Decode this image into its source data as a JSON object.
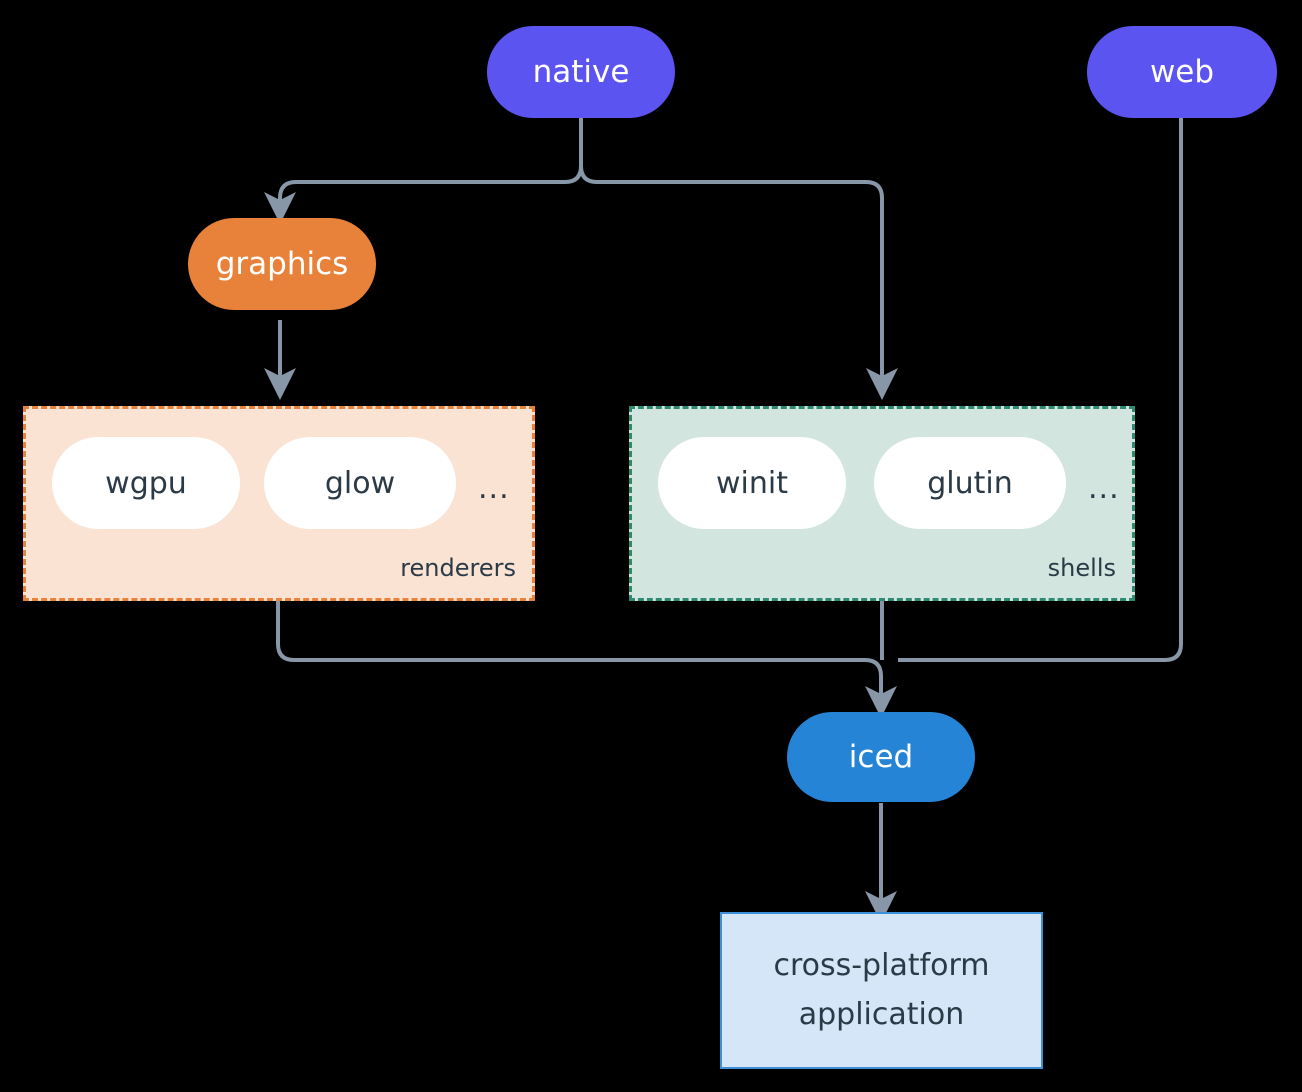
{
  "diagram": {
    "type": "architecture-flow",
    "background": "#000000",
    "connector_color": "#8797A8",
    "nodes": {
      "native": {
        "label": "native",
        "color": "#5C54F0",
        "text_color": "#FFFFFF",
        "shape": "pill"
      },
      "web": {
        "label": "web",
        "color": "#5C54F0",
        "text_color": "#FFFFFF",
        "shape": "pill"
      },
      "graphics": {
        "label": "graphics",
        "color": "#E8823A",
        "text_color": "#FFFFFF",
        "shape": "pill"
      },
      "iced": {
        "label": "iced",
        "color": "#2684D6",
        "text_color": "#FFFFFF",
        "shape": "pill"
      },
      "application": {
        "label": "cross-platform\napplication",
        "line1": "cross-platform",
        "line2": "application",
        "color": "#D4E6F7",
        "border_color": "#3E8FD8",
        "text_color": "#2B3A47",
        "shape": "rect"
      }
    },
    "groups": {
      "renderers": {
        "label": "renderers",
        "fill": "#FAE3D3",
        "border_color": "#E8823A",
        "border_style": "dashed",
        "items": [
          {
            "label": "wgpu"
          },
          {
            "label": "glow"
          }
        ],
        "overflow": "..."
      },
      "shells": {
        "label": "shells",
        "fill": "#D3E5DF",
        "border_color": "#2E8B72",
        "border_style": "dashed",
        "items": [
          {
            "label": "winit"
          },
          {
            "label": "glutin"
          }
        ],
        "overflow": "..."
      }
    },
    "edges": [
      {
        "from": "native",
        "to": "graphics"
      },
      {
        "from": "native",
        "to": "shells"
      },
      {
        "from": "graphics",
        "to": "renderers"
      },
      {
        "from": "renderers",
        "to": "iced"
      },
      {
        "from": "shells",
        "to": "iced"
      },
      {
        "from": "web",
        "to": "iced"
      },
      {
        "from": "iced",
        "to": "application"
      }
    ]
  }
}
